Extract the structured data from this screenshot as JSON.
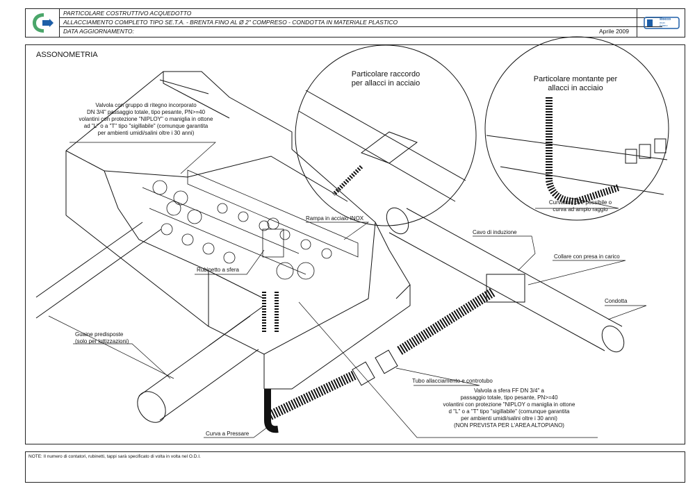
{
  "header": {
    "line1": "PARTICOLARE COSTRUTTIVO ACQUEDOTTO",
    "line2": "ALLACCIAMENTO COMPLETO TIPO SE.T.A. - BRENTA FINO AL Ø 2\" COMPRESO - CONDOTTA IN MATERIALE PLASTICO",
    "line3": "DATA AGGIORNAMENTO:",
    "date": "Aprile 2009",
    "brand_line1": "stocco",
    "brand_line2": "mon",
    "brand_line3": "tiziano"
  },
  "drawing": {
    "title": "ASSONOMETRIA",
    "valvola_top": [
      "Valvola con gruppo di ritegno incorporato",
      "DN 3/4\" passaggio totale, tipo pesante, PN>=40",
      "volantini con protezione \"NIPLOY\" o maniglia in ottone",
      "ad \"L\" o a \"T\" tipo \"sigillabile\" (comunque garantita",
      "per ambienti umidi/salini oltre i 30 anni)"
    ],
    "raccordo": [
      "Particolare raccordo",
      "per allacci in acciaio"
    ],
    "montante": [
      "Particolare montante per",
      "allacci in acciaio"
    ],
    "curvatura": [
      "Curvatura ove possibile o",
      "curva ad ampio raggio"
    ],
    "rampa": "Rampa in acciaio INOX",
    "cavo": "Cavo di induzione",
    "collare": "Collare con presa in carico",
    "rubinetto": "Rubinetto a sfera",
    "condotta": "Condotta",
    "guaine": [
      "Guaine predisposte",
      "(solo per lottizzazioni)"
    ],
    "tubo": "Tubo allacciamento e controtubo",
    "valvola_bottom": [
      "Valvola a sfera FF DN 3/4\" a",
      "passaggio totale, tipo pesante, PN>=40",
      "volantini con protezione \"NIPLOY o maniglia in ottone",
      "d \"L\" o a \"T\" tipo \"sigillabile\" (comunque garantita",
      "per ambienti umidi/salini oltre i 30 anni)",
      "(NON PREVISTA PER L'AREA ALTOPIANO)"
    ],
    "curva": "Curva a Pressare"
  },
  "note": "NOTE: Il numero di contatori, rubinetti, tappi sarà specificato di volta in volta nel O.D.I.",
  "colors": {
    "logo_blue": "#1e5fa8",
    "logo_green": "#4aa66a",
    "line": "#111111"
  }
}
